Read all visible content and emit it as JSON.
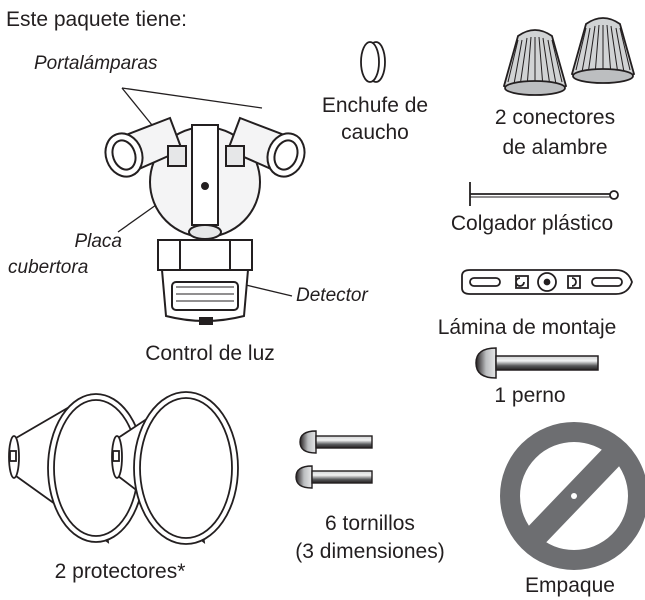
{
  "heading": "Este paquete tiene:",
  "labels": {
    "portalamparas": "Portalámparas",
    "placa_line1": "Placa",
    "placa_line2": "cubertora",
    "detector": "Detector",
    "control": "Control de luz",
    "enchufe_line1": "Enchufe de",
    "enchufe_line2": "caucho",
    "conectores_line1": "2 conectores",
    "conectores_line2": "de alambre",
    "colgador": "Colgador plástico",
    "lamina": "Lámina de montaje",
    "perno": "1 perno",
    "protectores": "2 protectores*",
    "tornillos_line1": "6 tornillos",
    "tornillos_line2": "(3 dimensiones)",
    "empaque": "Empaque"
  },
  "colors": {
    "ink": "#231f20",
    "gasket": "#6d6e71",
    "screw_dark": "#3a3a3c",
    "screw_light": "#bcbec0"
  }
}
